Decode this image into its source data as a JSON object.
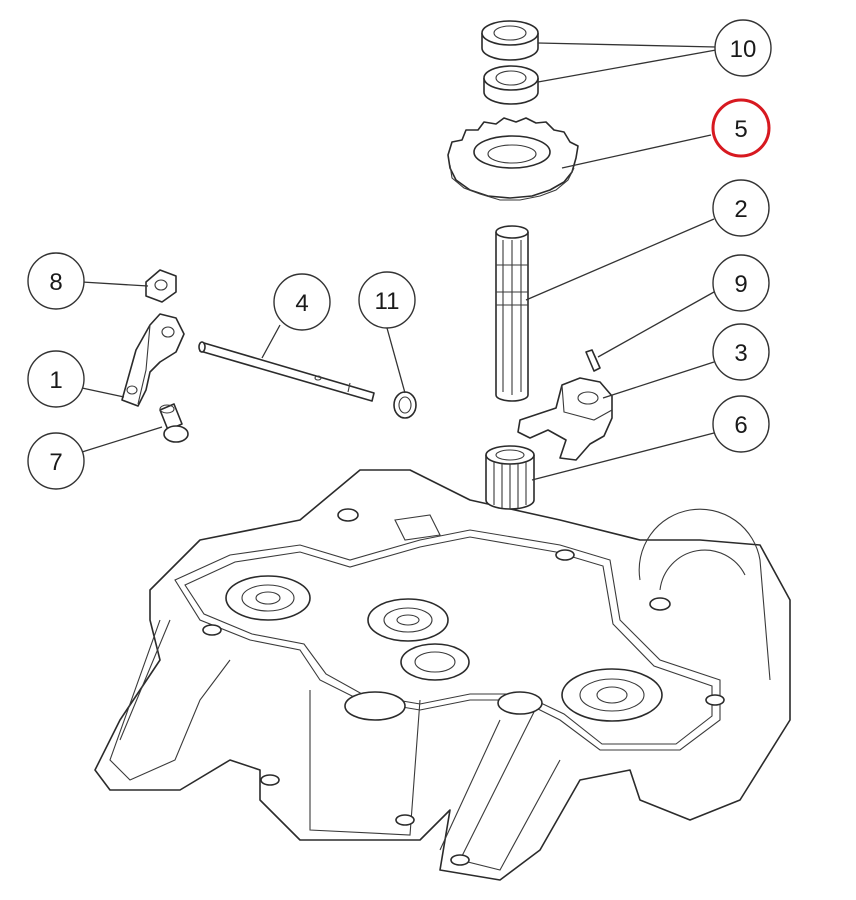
{
  "callouts": [
    {
      "id": "10",
      "label": "10",
      "highlight": false
    },
    {
      "id": "5",
      "label": "5",
      "highlight": true
    },
    {
      "id": "2",
      "label": "2",
      "highlight": false
    },
    {
      "id": "9",
      "label": "9",
      "highlight": false
    },
    {
      "id": "3",
      "label": "3",
      "highlight": false
    },
    {
      "id": "6",
      "label": "6",
      "highlight": false
    },
    {
      "id": "8",
      "label": "8",
      "highlight": false
    },
    {
      "id": "4",
      "label": "4",
      "highlight": false
    },
    {
      "id": "11",
      "label": "11",
      "highlight": false
    },
    {
      "id": "1",
      "label": "1",
      "highlight": false
    },
    {
      "id": "7",
      "label": "7",
      "highlight": false
    }
  ],
  "colors": {
    "highlight": "#d71920",
    "line": "#2b2b2b",
    "background": "#ffffff"
  }
}
